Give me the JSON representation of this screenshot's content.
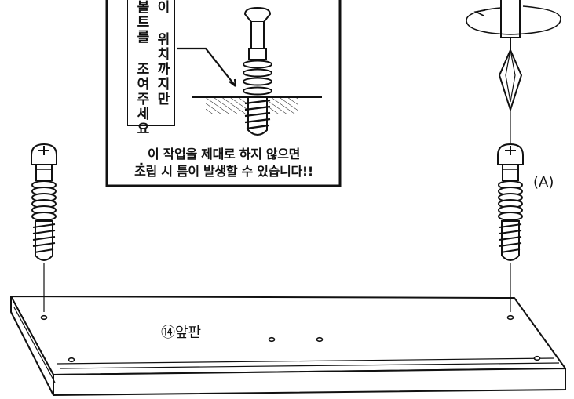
{
  "callout": {
    "vertical_text_left": "볼트를 조여주세요 .",
    "vertical_text_right": "이 위치까지만",
    "warning_line1": "이 작업을 제대로 하지 않으면",
    "warning_line2": "조립 시 틈이 발생할 수 있습니다!!"
  },
  "part_label": "⑭앞판",
  "bolt_label": "(A)"
}
